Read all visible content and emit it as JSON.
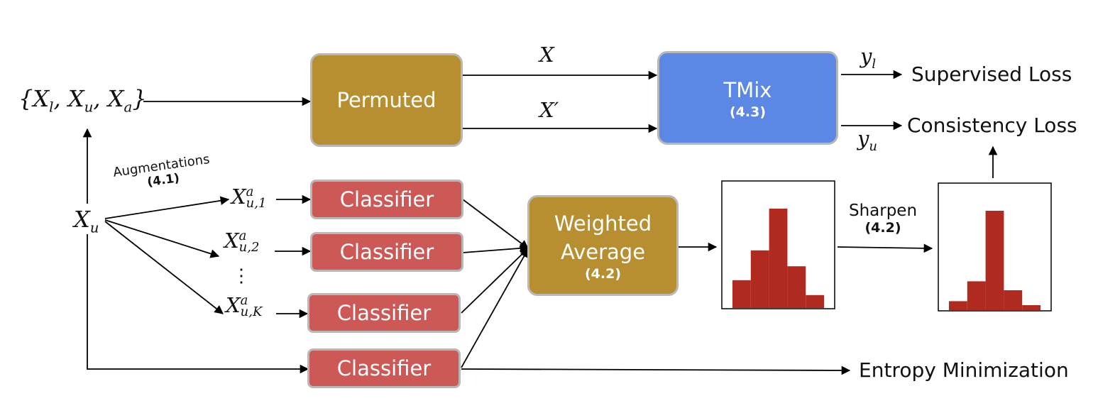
{
  "nodes": {
    "input_set": {
      "base": "{X",
      "sub1": "l",
      "sep1": ", X",
      "sub2": "u",
      "sep2": ", X",
      "sub3": "a",
      "close": "}"
    },
    "permuted": "Permuted",
    "tmix": {
      "label": "TMix",
      "ref": "(4.3)"
    },
    "weighted_average": {
      "line1": "Weighted",
      "line2": "Average",
      "ref": "(4.2)"
    },
    "classifier": "Classifier",
    "xu": {
      "base": "X",
      "sub": "u"
    },
    "xua1": {
      "base": "X",
      "sup": "a",
      "sub": "u,1"
    },
    "xua2": {
      "base": "X",
      "sup": "a",
      "sub": "u,2"
    },
    "xuaK": {
      "base": "X",
      "sup": "a",
      "sub": "u,K"
    },
    "dots": "⋮"
  },
  "edge_labels": {
    "x": "X",
    "x_prime": "X′",
    "yl": {
      "base": "y",
      "sub": "l"
    },
    "yu": {
      "base": "y",
      "sub": "u"
    },
    "augmentations": {
      "text": "Augmentations",
      "ref": "(4.1)"
    },
    "sharpen": {
      "text": "Sharpen",
      "ref": "(4.2)"
    }
  },
  "outputs": {
    "supervised_loss": "Supervised Loss",
    "consistency_loss": "Consistency Loss",
    "entropy_minimization": "Entropy Minimization"
  },
  "histograms": {
    "bar_color": "#b02a1f",
    "before_sharpen": [
      0.28,
      0.58,
      1.0,
      0.42,
      0.13
    ],
    "after_sharpen": [
      0.09,
      0.29,
      1.0,
      0.2,
      0.05
    ]
  },
  "colors": {
    "gold": "#b88f30",
    "blue": "#5b88e5",
    "red": "#cd5957"
  }
}
